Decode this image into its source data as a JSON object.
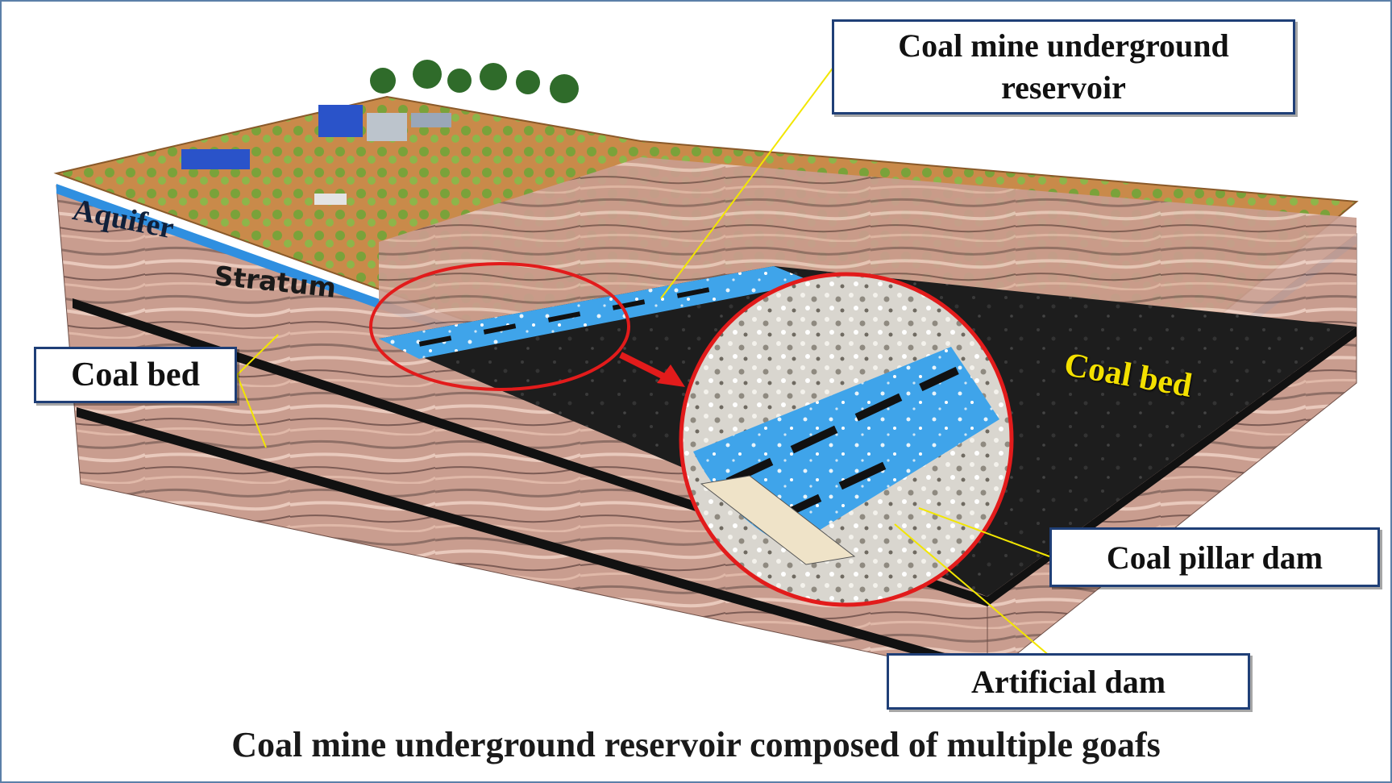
{
  "caption": "Coal mine underground reservoir composed of multiple goafs",
  "labels": {
    "aquifer": "Aquifer",
    "stratum": "Stratum",
    "coal_bed_seam": "Coal bed"
  },
  "callouts": {
    "reservoir": "Coal mine underground reservoir",
    "coal_bed": "Coal bed",
    "coal_pillar_dam": "Coal pillar dam",
    "artificial_dam": "Artificial dam"
  },
  "colors": {
    "callout_border": "#1f3f77",
    "leader_line": "#f2e600",
    "highlight_circle": "#e21b1b",
    "water": "#3aa0e8",
    "coal": "#1b1b1b",
    "rock": "#c79a8a",
    "soil": "#c98a4a",
    "grass": "#7aa23a"
  }
}
